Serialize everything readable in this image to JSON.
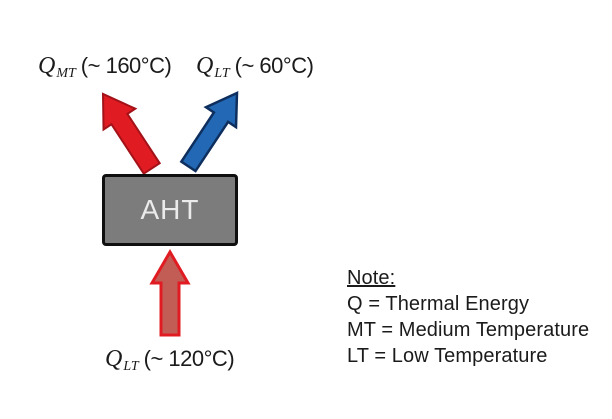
{
  "diagram": {
    "background": "#ffffff",
    "text_color": "#1b1b1b",
    "box": {
      "label": "AHT",
      "fill": "#7c7c7c",
      "border_color": "#0f0f0f",
      "label_color": "#ebebeb"
    },
    "labels": {
      "mt_output": {
        "symbol": "Q",
        "subscript": "MT",
        "value": "(~ 160°C)"
      },
      "lt_output": {
        "symbol": "Q",
        "subscript": "LT",
        "value": "(~ 60°C)"
      },
      "lt_input": {
        "symbol": "Q",
        "subscript": "LT",
        "value": "(~ 120°C)"
      }
    },
    "arrows": {
      "mt_output": {
        "direction": "up-left",
        "fill": "#e01b22",
        "stroke": "#a31218"
      },
      "lt_output": {
        "direction": "up-right",
        "fill": "#2268b4",
        "stroke": "#0e2f5e"
      },
      "lt_input": {
        "direction": "up",
        "fill": "#c25d55",
        "stroke": "#e01b22"
      }
    },
    "note": {
      "title": "Note:",
      "lines": [
        "Q = Thermal Energy",
        "MT = Medium Temperature",
        "LT = Low Temperature"
      ]
    }
  }
}
